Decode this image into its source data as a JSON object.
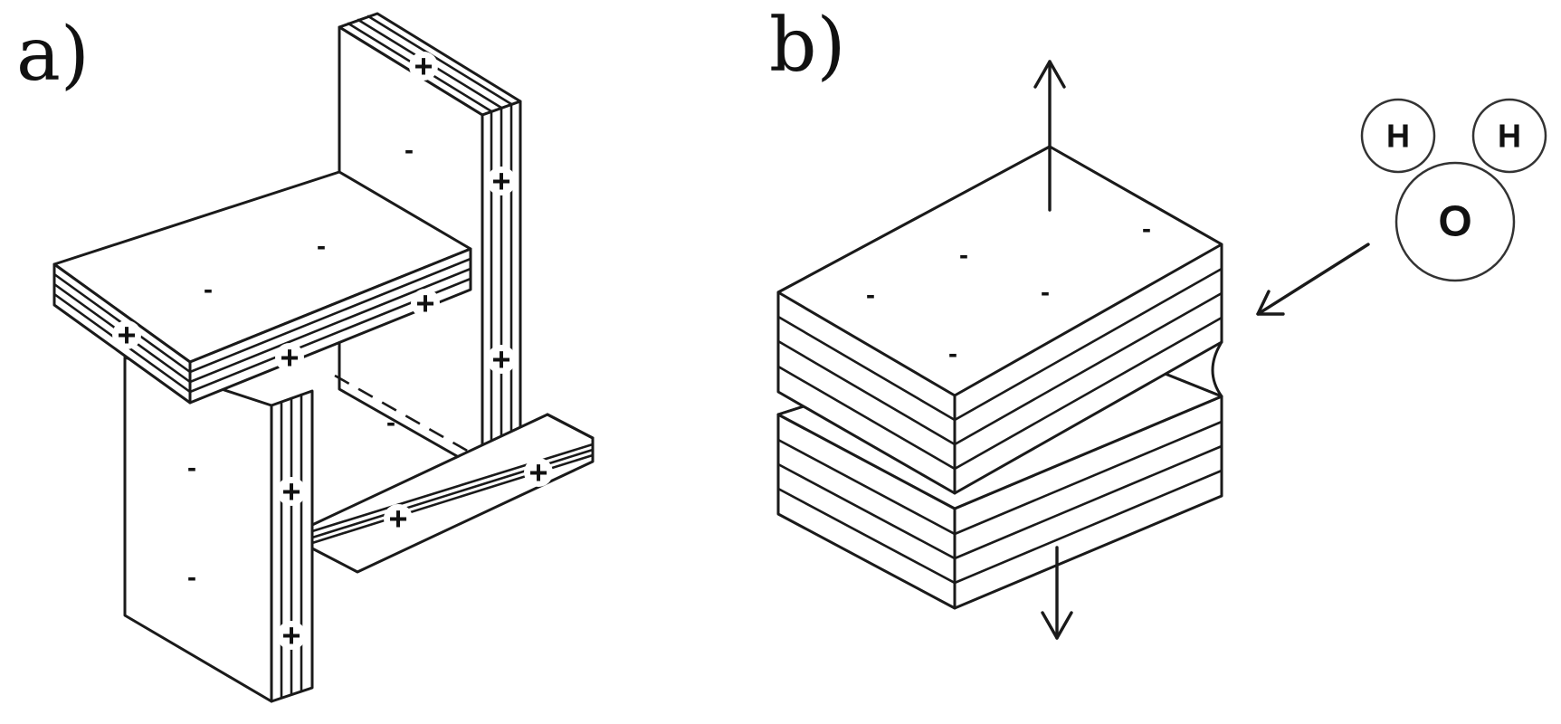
{
  "panels": {
    "a": {
      "label": "a)"
    },
    "b": {
      "label": "b)"
    }
  },
  "signs": {
    "positive": "+",
    "negative": "-"
  },
  "water": {
    "hydrogen": "H",
    "oxygen": "O"
  }
}
